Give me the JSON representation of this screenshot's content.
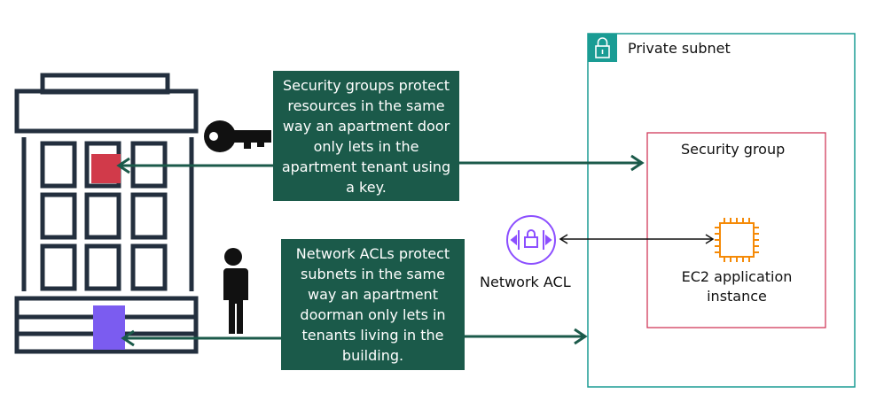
{
  "subnet": {
    "label": "Private subnet",
    "icon": "lock-icon",
    "color": "#1a9c94"
  },
  "security_group": {
    "label": "Security group",
    "color": "#d13a5b"
  },
  "ec2": {
    "label_line1": "EC2 application",
    "label_line2": "instance",
    "icon": "ec2-chip-icon",
    "color": "#f58a07"
  },
  "nacl": {
    "label": "Network ACL",
    "icon": "network-acl-icon",
    "color": "#8c4fff"
  },
  "callouts": {
    "security_groups": "Security groups protect resources in the same way an apartment door only lets in the apartment tenant using a key.",
    "network_acls": "Network ACLs protect subnets in the same way an apartment doorman only lets in tenants living in the building."
  },
  "building": {
    "icon": "apartment-building-icon",
    "door_color": "#d13a4a",
    "entrance_color": "#7b5cf0",
    "line_color": "#232f3e"
  },
  "key": {
    "icon": "key-icon"
  },
  "person": {
    "icon": "person-icon"
  },
  "arrow_color": "#1b5a4a"
}
